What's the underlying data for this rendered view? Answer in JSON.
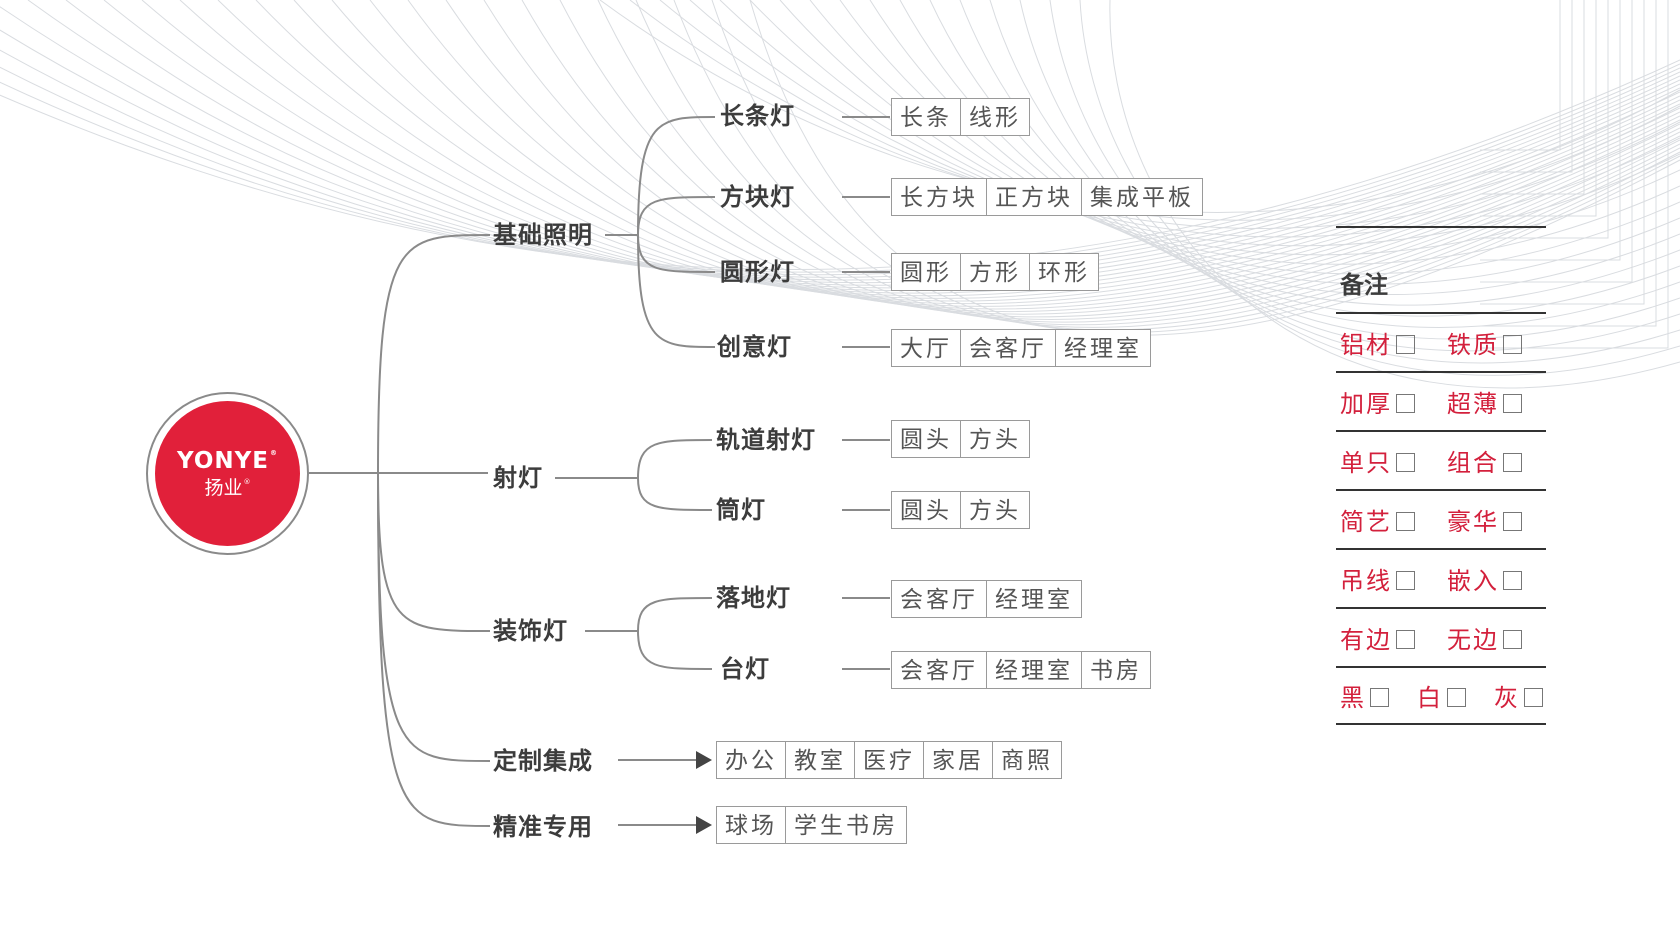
{
  "logo": {
    "brand_en": "YONYE",
    "brand_cn": "扬业",
    "reg": "®"
  },
  "branches": [
    {
      "label": "基础照明",
      "children": [
        {
          "label": "长条灯",
          "tags": [
            "长条",
            "线形"
          ]
        },
        {
          "label": "方块灯",
          "tags": [
            "长方块",
            "正方块",
            "集成平板"
          ]
        },
        {
          "label": "圆形灯",
          "tags": [
            "圆形",
            "方形",
            "环形"
          ]
        },
        {
          "label": "创意灯",
          "tags": [
            "大厅",
            "会客厅",
            "经理室"
          ]
        }
      ]
    },
    {
      "label": "射灯",
      "children": [
        {
          "label": "轨道射灯",
          "tags": [
            "圆头",
            "方头"
          ]
        },
        {
          "label": "筒灯",
          "tags": [
            "圆头",
            "方头"
          ]
        }
      ]
    },
    {
      "label": "装饰灯",
      "children": [
        {
          "label": "落地灯",
          "tags": [
            "会客厅",
            "经理室"
          ]
        },
        {
          "label": "台灯",
          "tags": [
            "会客厅",
            "经理室",
            "书房"
          ]
        }
      ]
    },
    {
      "label": "定制集成",
      "tags": [
        "办公",
        "教室",
        "医疗",
        "家居",
        "商照"
      ]
    },
    {
      "label": "精准专用",
      "tags": [
        "球场",
        "学生书房"
      ]
    }
  ],
  "notes": {
    "title": "备注",
    "rows": [
      [
        "铝材",
        "铁质"
      ],
      [
        "加厚",
        "超薄"
      ],
      [
        "单只",
        "组合"
      ],
      [
        "简艺",
        "豪华"
      ],
      [
        "吊线",
        "嵌入"
      ],
      [
        "有边",
        "无边"
      ],
      [
        "黑",
        "白",
        "灰"
      ]
    ]
  },
  "colors": {
    "accent": "#e1203a",
    "notes_text": "#d3203c",
    "line": "#8a8a8a"
  }
}
